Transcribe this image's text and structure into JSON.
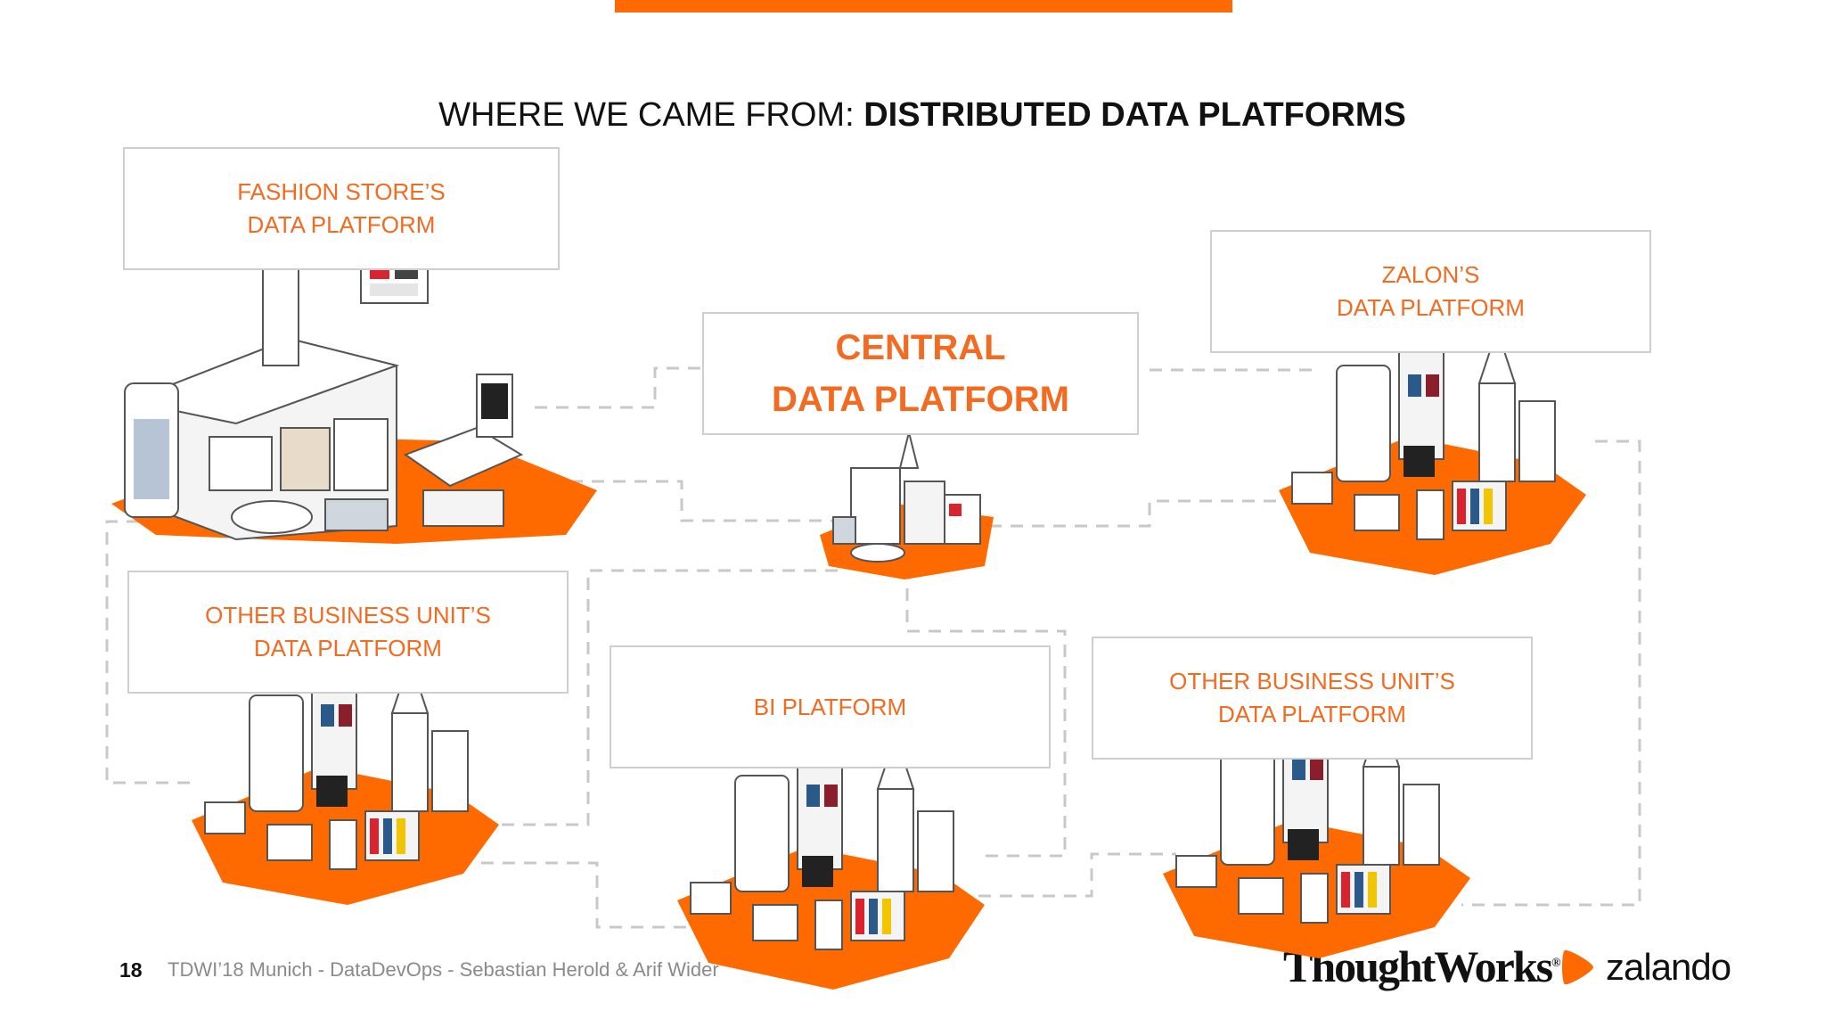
{
  "slide": {
    "title_prefix": "WHERE WE CAME FROM: ",
    "title_bold": "DISTRIBUTED DATA PLATFORMS",
    "page_number": "18",
    "footer_text": "TDWI’18 Munich - DataDevOps - Sebastian Herold & Arif Wider"
  },
  "platforms": {
    "fashion_store": [
      "FASHION STORE’S",
      "DATA PLATFORM"
    ],
    "central": [
      "CENTRAL",
      "DATA PLATFORM"
    ],
    "zalon": [
      "ZALON’S",
      "DATA PLATFORM"
    ],
    "other_bu_left": [
      "OTHER BUSINESS UNIT’S",
      "DATA PLATFORM"
    ],
    "bi": [
      "BI PLATFORM"
    ],
    "other_bu_right": [
      "OTHER BUSINESS UNIT’S",
      "DATA PLATFORM"
    ]
  },
  "logos": {
    "thoughtworks": "ThoughtWorks",
    "thoughtworks_mark": "®",
    "zalando": "zalando"
  },
  "colors": {
    "accent": "#ff6a00",
    "label_text": "#f26b21",
    "connector": "#c8c8c8",
    "box_border": "#cfcfcf"
  }
}
